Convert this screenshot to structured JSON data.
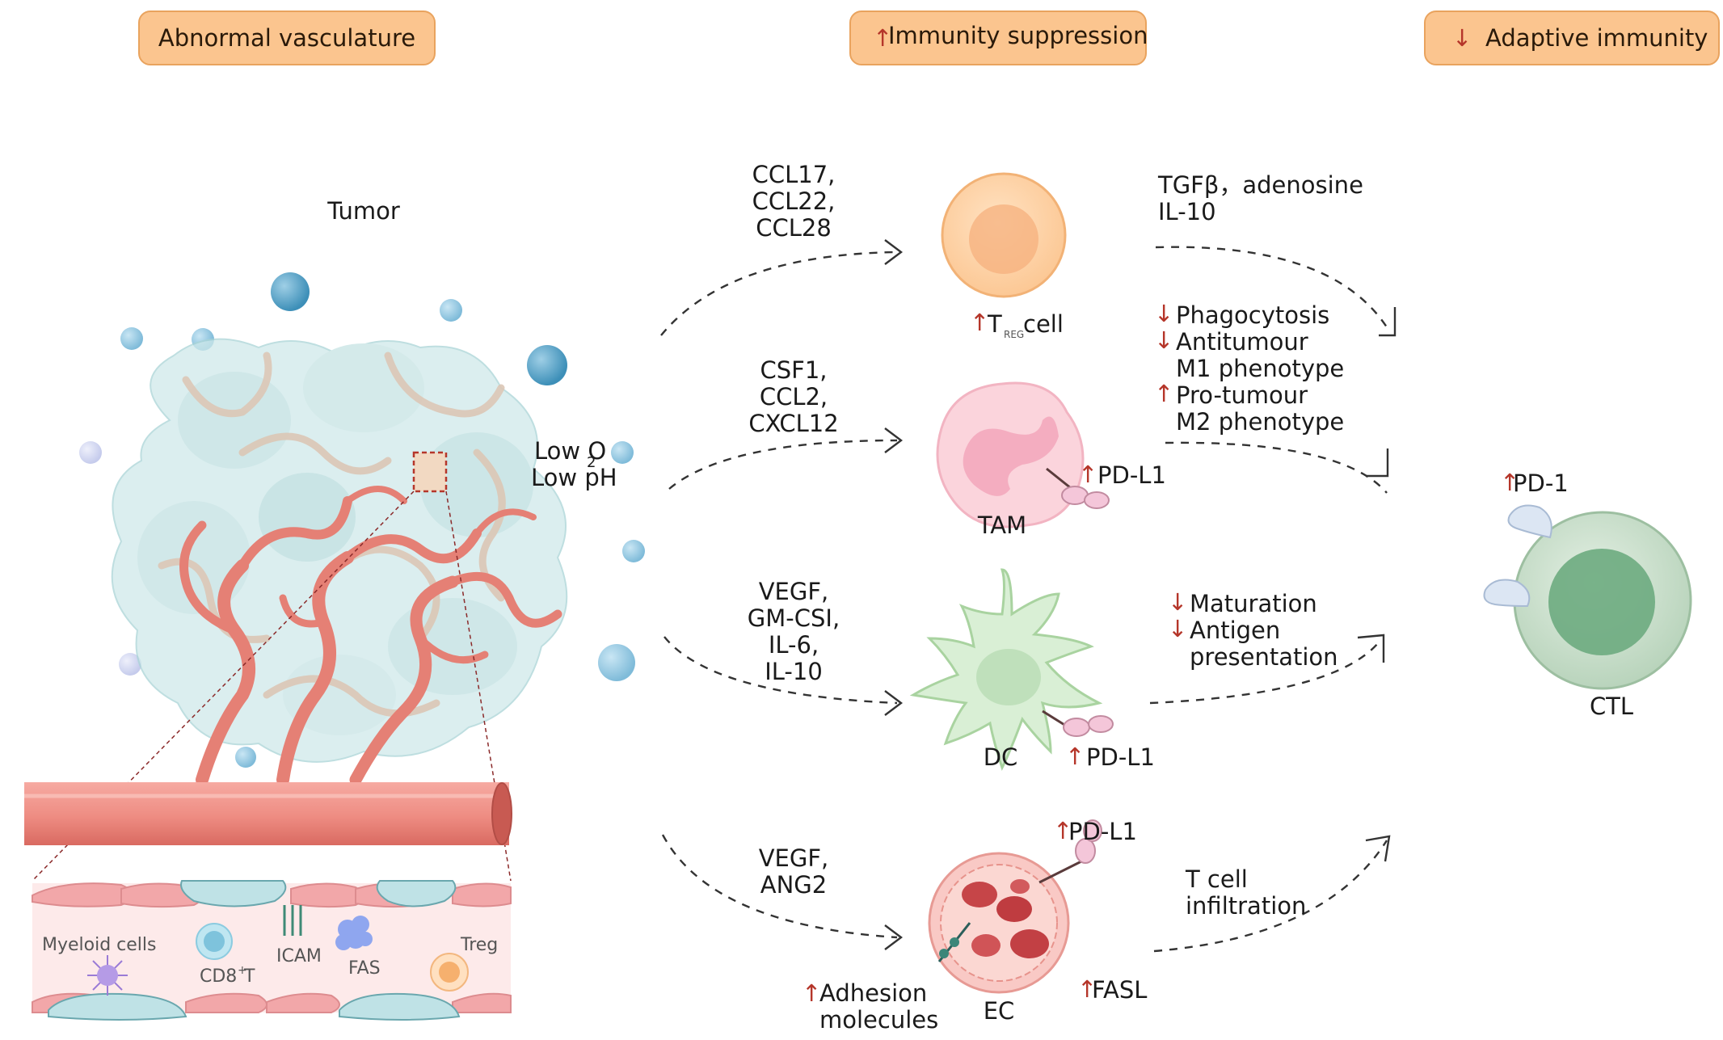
{
  "headers": {
    "abnormal_vasculature": "Abnormal vasculature",
    "immunity_suppression": "Immunity suppression",
    "adaptive_immunity": "Adaptive immunity",
    "up_arrow": "↑",
    "down_arrow": "↓"
  },
  "tumor": {
    "title": "Tumor",
    "low_o2_prefix": "Low O",
    "low_o2_sub": "2",
    "low_ph": "Low pH"
  },
  "vessel_labels": {
    "myeloid": "Myeloid cells",
    "cd8": "CD8",
    "cd8_sup": "+",
    "cd8_suffix": "T",
    "icam": "ICAM",
    "fas": "FAS",
    "treg": "Treg"
  },
  "factors": {
    "treg_line1": "CCL17,",
    "treg_line2": "CCL22,",
    "treg_line3": "CCL28",
    "tam_line1": "CSF1,",
    "tam_line2": "CCL2,",
    "tam_line3": "CXCL12",
    "dc_line1": "VEGF,",
    "dc_line2": "GM-CSI,",
    "dc_line3": "IL-6,",
    "dc_line4": "IL-10",
    "ec_line1": "VEGF,",
    "ec_line2": "ANG2"
  },
  "cells": {
    "treg_prefix": "T",
    "treg_sub": "REG",
    "treg_suffix": "cell",
    "tam": "TAM",
    "dc": "DC",
    "ec": "EC",
    "ctl": "CTL",
    "pd_l1": "PD-L1",
    "pd_1": "PD-1",
    "fasl": "FASL",
    "adhesion_line1": "Adhesion",
    "adhesion_line2": "molecules"
  },
  "effects": {
    "treg_line1": "TGFβ，adenosine",
    "treg_line2": "IL-10",
    "tam_line1": "Phagocytosis",
    "tam_line2": "Antitumour",
    "tam_line3": "M1 phenotype",
    "tam_line4": "Pro-tumour",
    "tam_line5": "M2 phenotype",
    "dc_line1": "Maturation",
    "dc_line2": "Antigen",
    "dc_line3": "presentation",
    "ec_line1": "T cell",
    "ec_line2": "infiltration"
  },
  "colors": {
    "header_fill": "#fbc58f",
    "header_stroke": "#e9a35e",
    "vessel": "#f08a82",
    "arrow_red": "#b5362a"
  }
}
